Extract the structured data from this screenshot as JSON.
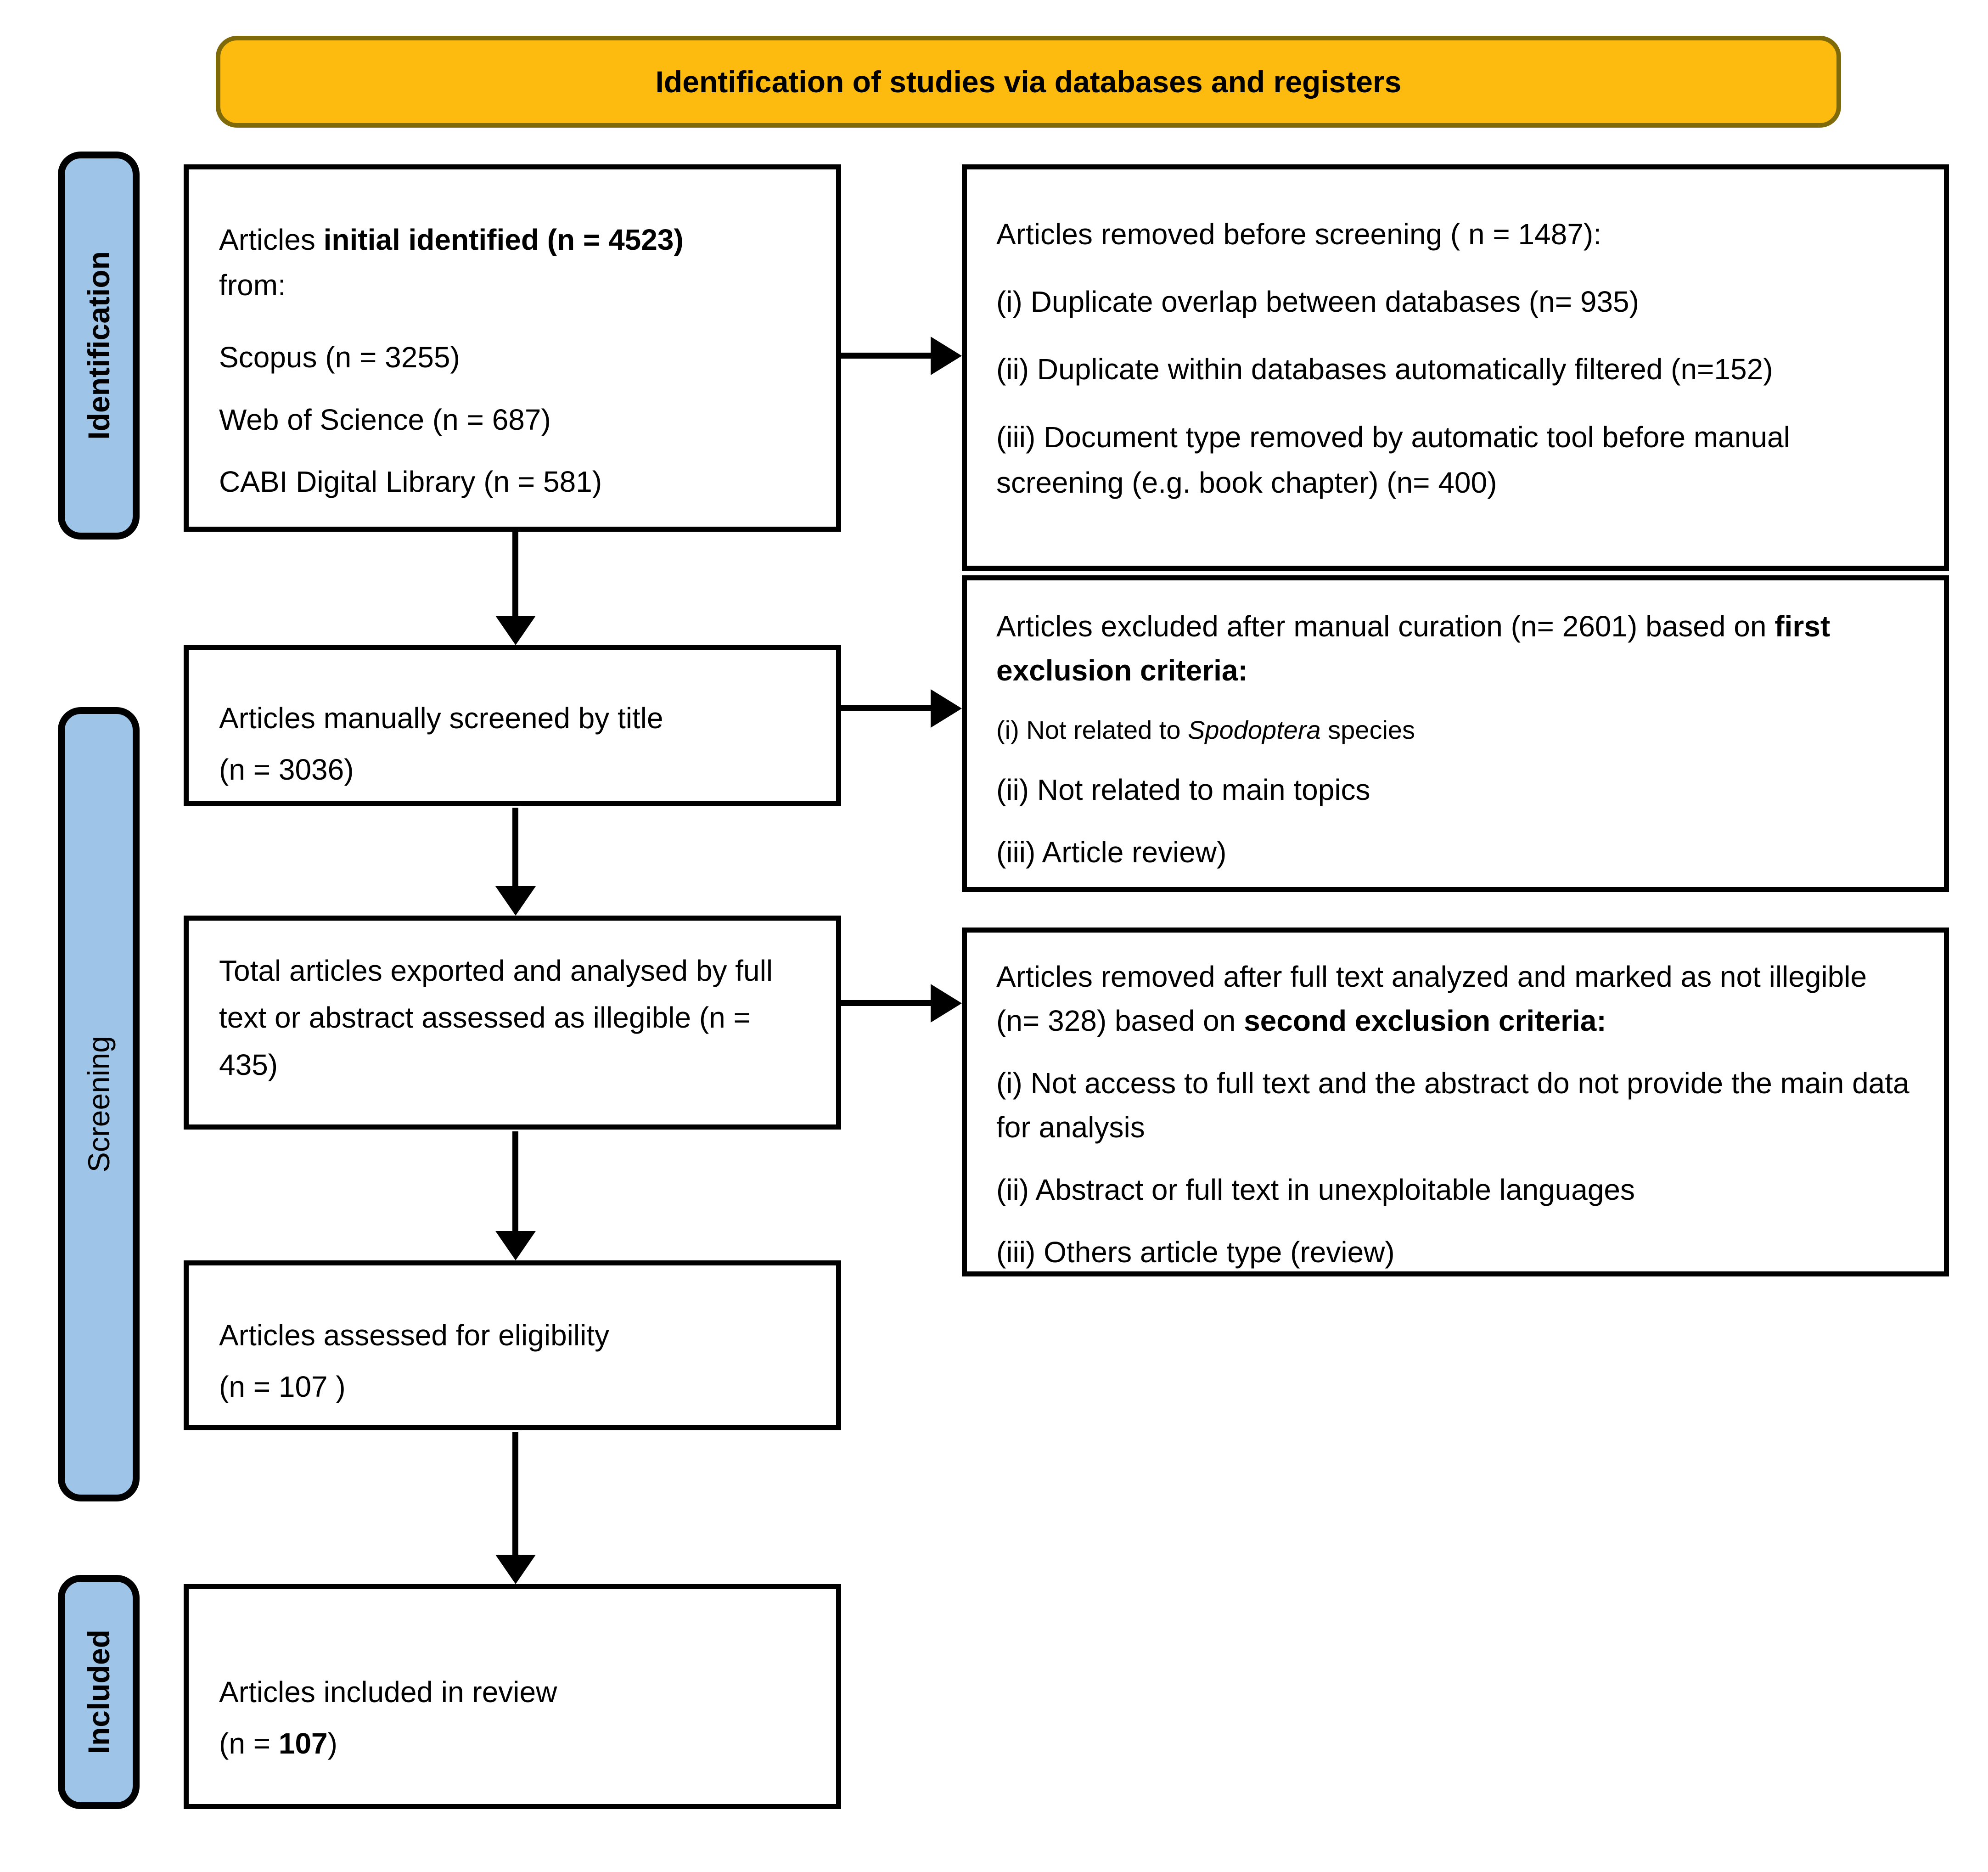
{
  "banner": {
    "title": "Identification of studies via databases and registers"
  },
  "stages": {
    "identification": "Identification",
    "screening": "Screening",
    "included": "Included"
  },
  "colors": {
    "banner_fill": "#FDBB10",
    "banner_border": "#7F6A0A",
    "stage_fill": "#9EC4E8",
    "stage_border": "#000000",
    "box_border": "#000000",
    "text": "#000000"
  },
  "boxes": {
    "initial": {
      "lead": "Articles ",
      "lead_bold": "initial identified (n = 4523)",
      "from_label": "from:",
      "sources": [
        "Scopus (n = 3255)",
        "Web of Science (n = 687)",
        "CABI Digital Library (n = 581)"
      ]
    },
    "removed_before": {
      "header": "Articles removed before screening ( n = 1487):",
      "items": [
        "(i) Duplicate overlap between databases (n= 935)",
        "(ii) Duplicate within databases automatically filtered (n=152)",
        "(iii) Document type removed by automatic tool before manual screening (e.g. book chapter) (n= 400)"
      ]
    },
    "screened": {
      "line1": "Articles manually screened by title",
      "line2": "(n = 3036)"
    },
    "excluded_manual": {
      "header": "Articles excluded after manual curation (n= 2601)  based on ",
      "header_bold": "first exclusion criteria:",
      "item1_pre": "(i) Not related to ",
      "item1_italic": "Spodoptera",
      "item1_post": " species",
      "item2": "(ii) Not related to main topics",
      "item3": "(iii) Article review)"
    },
    "fulltext": {
      "text": "Total articles exported and analysed by full text or abstract assessed as illegible (n = 435)"
    },
    "removed_fulltext": {
      "header": "Articles removed after full text analyzed and marked as not illegible (n= 328) based on ",
      "header_bold": "second exclusion criteria:",
      "items": [
        "(i) Not access to full text and the abstract do not provide the main data for analysis",
        "(ii) Abstract or full text in unexploitable languages",
        "(iii) Others article type (review)"
      ]
    },
    "eligibility": {
      "line1": "Articles assessed for eligibility",
      "line2": "(n = 107 )"
    },
    "included": {
      "line1": "Articles included in review",
      "line2_pre": "(n = ",
      "line2_bold": "107",
      "line2_post": ")"
    }
  }
}
